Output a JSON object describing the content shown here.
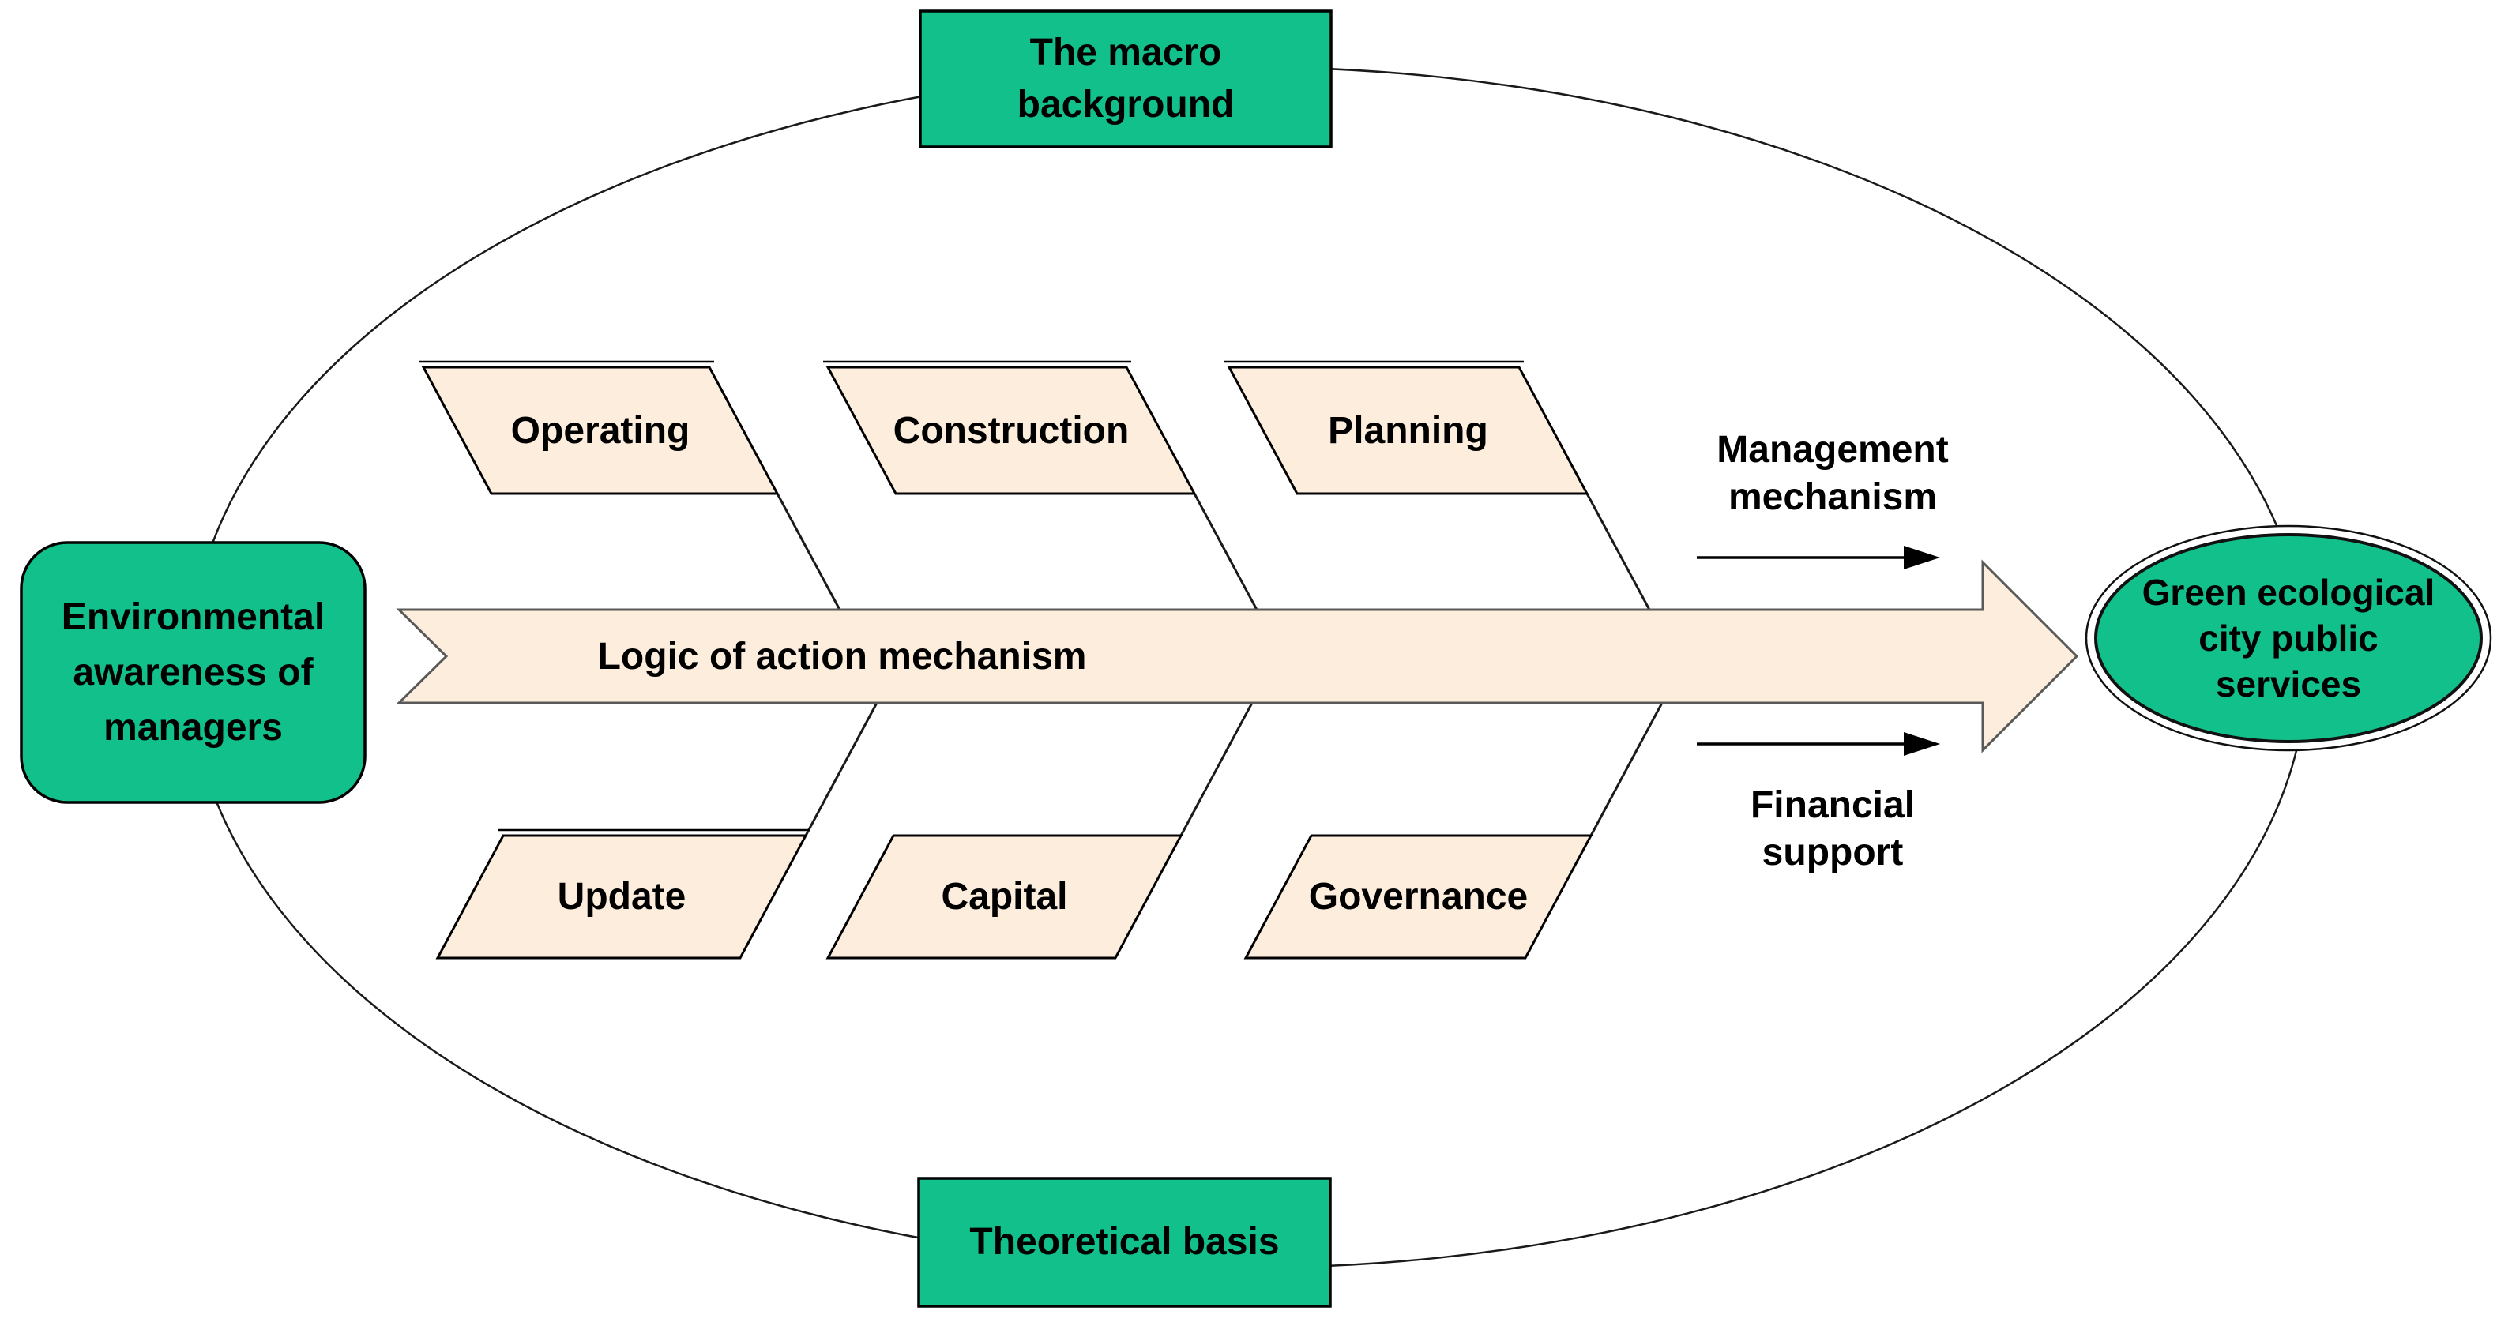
{
  "colors": {
    "node_green": "#12C08C",
    "shape_cream": "#FCEDDC",
    "line_black": "#1A1A1A",
    "spine_outline": "#595959",
    "text": "#000000"
  },
  "context_top": {
    "lines": [
      "The macro",
      "background"
    ]
  },
  "context_bottom": {
    "label": "Theoretical basis"
  },
  "input_node": {
    "lines": [
      "Environmental",
      "awareness of",
      "managers"
    ]
  },
  "output_node": {
    "lines": [
      "Green ecological",
      "city public",
      "services"
    ]
  },
  "spine": {
    "label": "Logic of action mechanism"
  },
  "top_factors": [
    {
      "label": "Operating"
    },
    {
      "label": "Construction"
    },
    {
      "label": "Planning"
    }
  ],
  "bottom_factors": [
    {
      "label": "Update"
    },
    {
      "label": "Capital"
    },
    {
      "label": "Governance"
    }
  ],
  "mechanisms": {
    "management": {
      "lines": [
        "Management",
        "mechanism"
      ]
    },
    "financial": {
      "lines": [
        "Financial",
        "support"
      ]
    }
  }
}
